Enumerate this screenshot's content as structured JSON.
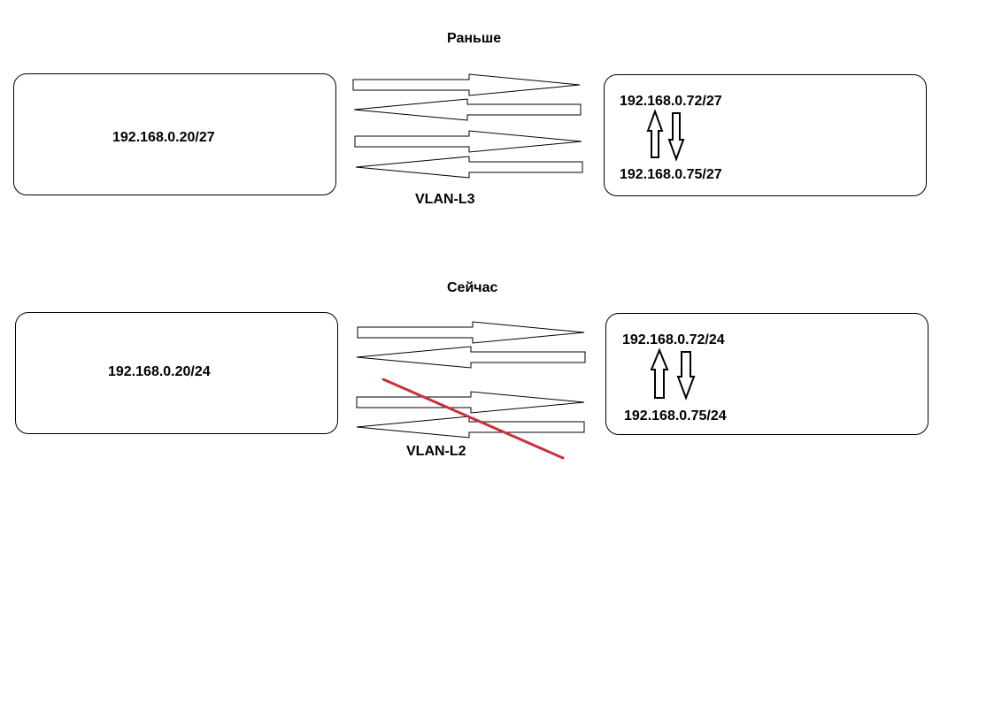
{
  "sections": [
    {
      "title": "Раньше",
      "left_host": "192.168.0.20/27",
      "right_hosts": [
        "192.168.0.72/27",
        "192.168.0.75/27"
      ],
      "link_label": "VLAN-L3",
      "crossed_out": false
    },
    {
      "title": "Сейчас",
      "left_host": "192.168.0.20/24",
      "right_hosts": [
        "192.168.0.72/24",
        "192.168.0.75/24"
      ],
      "link_label": "VLAN-L2",
      "crossed_out": true
    }
  ],
  "colors": {
    "background": "#ffffff",
    "stroke": "#000000",
    "strike": "#c8323c"
  },
  "icons": [
    "arrow-right-icon",
    "arrow-left-icon",
    "arrow-up-icon",
    "arrow-down-icon"
  ]
}
